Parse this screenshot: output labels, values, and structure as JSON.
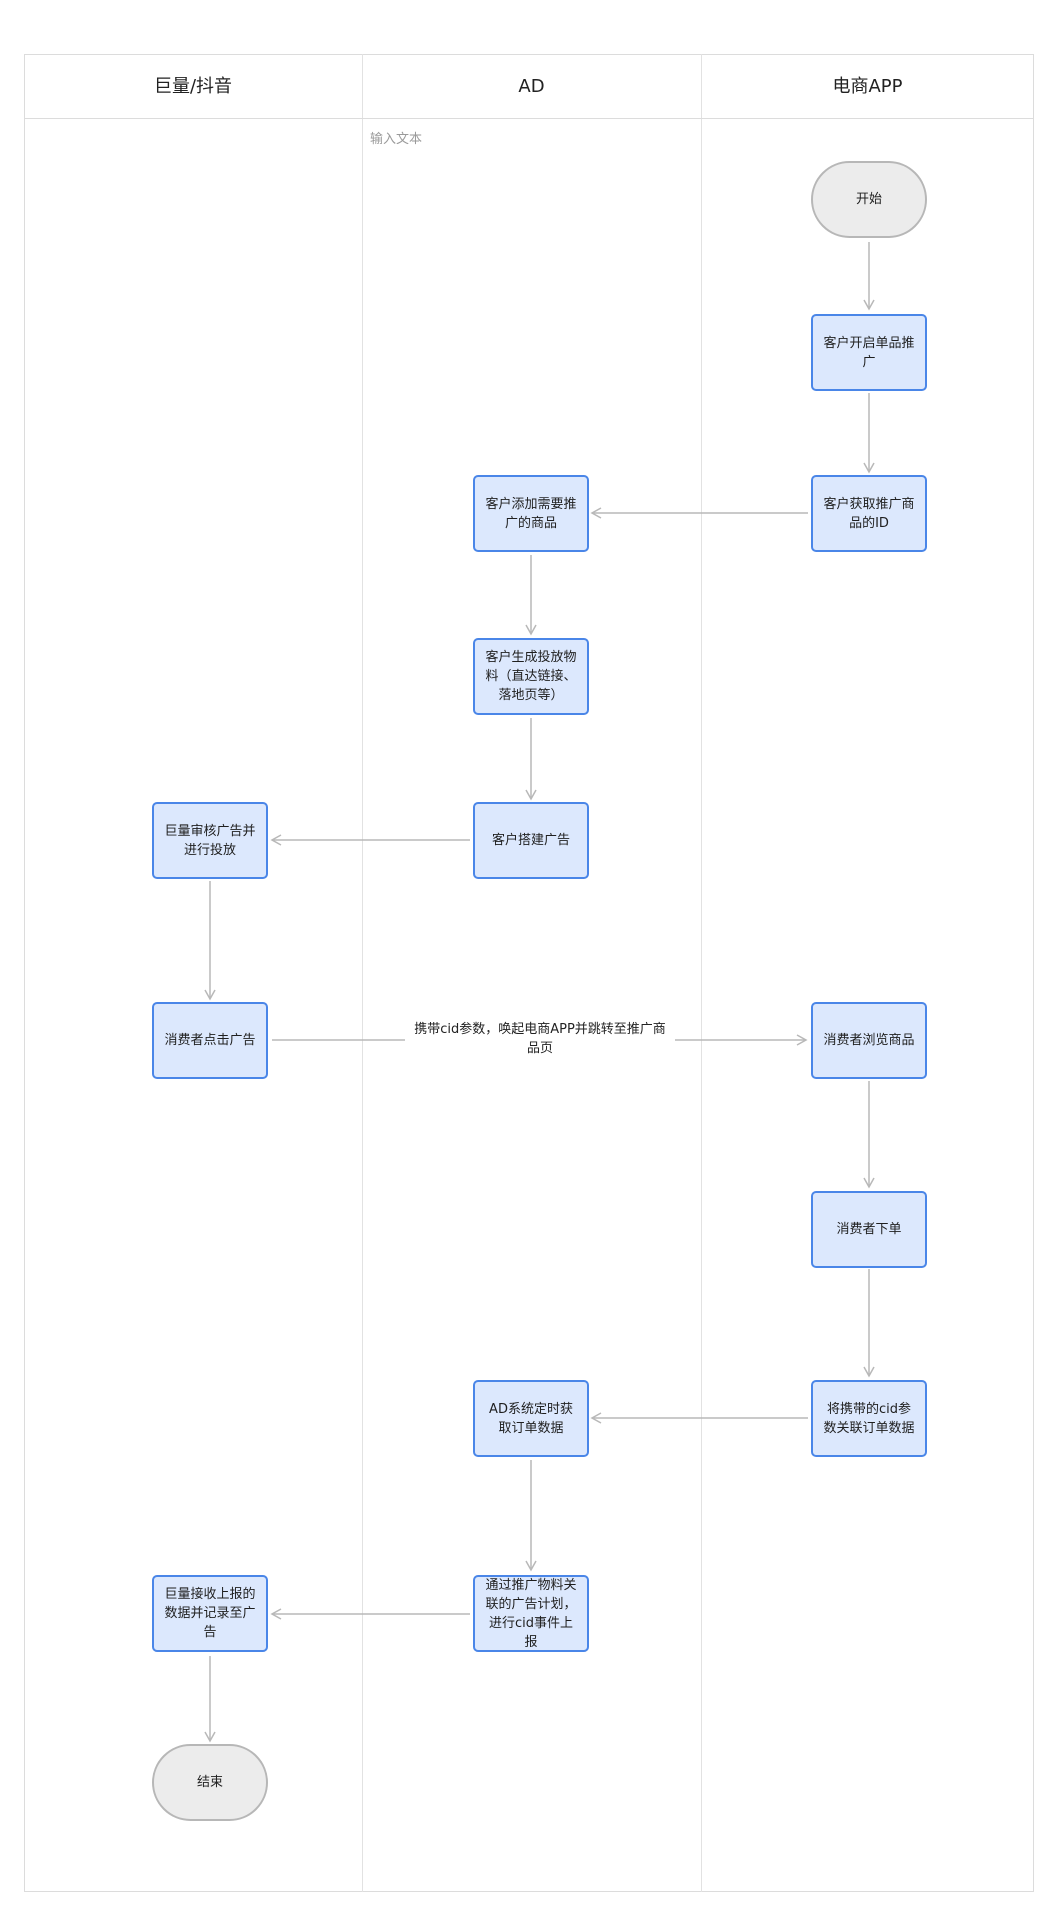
{
  "lanes": {
    "lane1": "巨量/抖音",
    "lane2": "AD",
    "lane3": "电商APP"
  },
  "hint": "输入文本",
  "nodes": {
    "start": "开始",
    "open_promo": "客户开启单品推广",
    "get_id": "客户获取推广商品的ID",
    "add_goods": "客户添加需要推广的商品",
    "gen_material": "客户生成投放物料（直达链接、落地页等）",
    "build_ad": "客户搭建广告",
    "review_ad": "巨量审核广告并进行投放",
    "click_ad": "消费者点击广告",
    "browse": "消费者浏览商品",
    "order": "消费者下单",
    "assoc": "将携带的cid参数关联订单数据",
    "fetch": "AD系统定时获取订单数据",
    "report": "通过推广物料关联的广告计划，进行cid事件上报",
    "receive": "巨量接收上报的数据并记录至广告",
    "end": "结束"
  },
  "edge_label": "携带cid参数，唤起电商APP并跳转至推广商品页"
}
